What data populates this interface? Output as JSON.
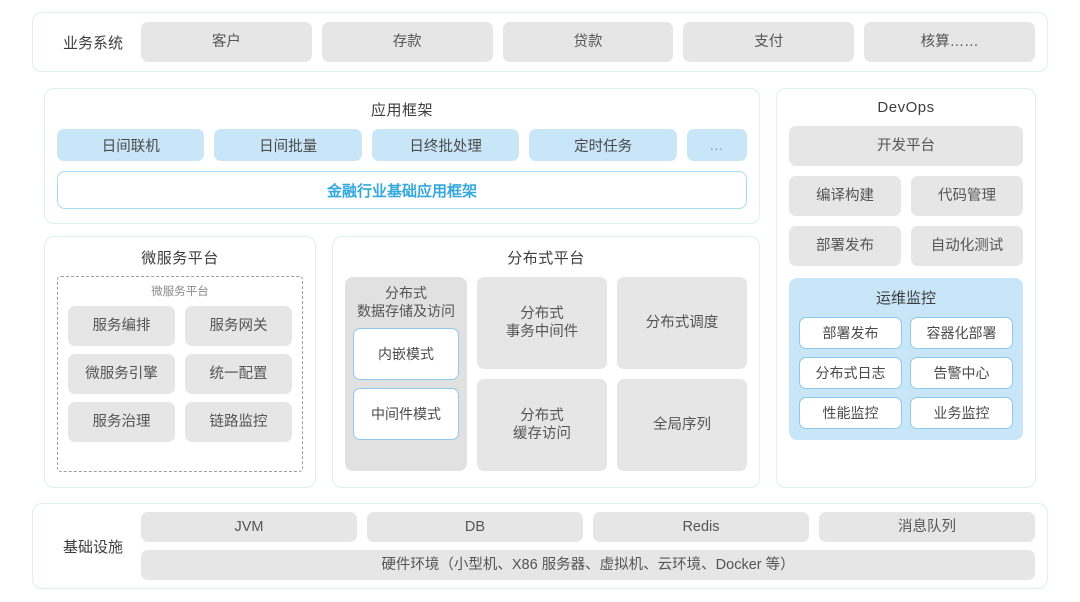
{
  "business_systems": {
    "label": "业务系统",
    "items": [
      "客户",
      "存款",
      "贷款",
      "支付",
      "核算……"
    ]
  },
  "app_framework": {
    "title": "应用框架",
    "chips": [
      "日间联机",
      "日间批量",
      "日终批处理",
      "定时任务",
      "..."
    ],
    "foundation": "金融行业基础应用框架"
  },
  "microservice_platform": {
    "title": "微服务平台",
    "inner_label": "微服务平台",
    "items": [
      "服务编排",
      "服务网关",
      "微服务引擎",
      "统一配置",
      "服务治理",
      "链路监控"
    ]
  },
  "distributed_platform": {
    "title": "分布式平台",
    "storage": {
      "title": "分布式\n数据存储及访问",
      "modes": [
        "内嵌模式",
        "中间件模式"
      ]
    },
    "items": [
      "分布式\n事务中间件",
      "分布式调度",
      "分布式\n缓存访问",
      "全局序列"
    ]
  },
  "devops": {
    "title": "DevOps",
    "platform": "开发平台",
    "items": [
      "编译构建",
      "代码管理",
      "部署发布",
      "自动化测试"
    ],
    "ops_monitor": {
      "title": "运维监控",
      "items": [
        "部署发布",
        "容器化部署",
        "分布式日志",
        "告警中心",
        "性能监控",
        "业务监控"
      ]
    }
  },
  "infrastructure": {
    "label": "基础设施",
    "items": [
      "JVM",
      "DB",
      "Redis",
      "消息队列"
    ],
    "hardware": "硬件环境（小型机、X86 服务器、虚拟机、云环境、Docker 等）"
  },
  "colors": {
    "panel_border": "#ddeef4",
    "chip_gray": "#e7e6e6",
    "chip_blue": "#c8e6f8",
    "accent_blue": "#35a8dd",
    "text_dark": "#3d3d3d",
    "text_gray": "#555555"
  }
}
